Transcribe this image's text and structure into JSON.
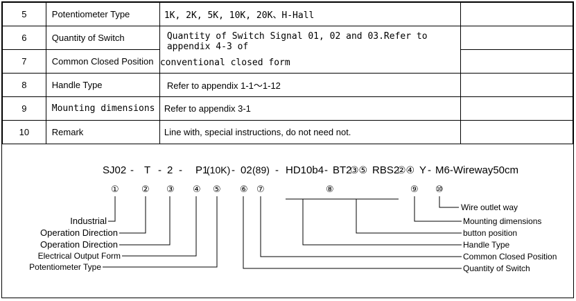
{
  "rows": [
    {
      "no": "5",
      "name": "Potentiometer Type",
      "value": "1K, 2K, 5K, 10K, 20K、H-Hall"
    },
    {
      "no": "6",
      "name": "Quantity of Switch",
      "value": "Quantity of Switch Signal 01, 02 and 03.Refer to appendix 4-3 of"
    },
    {
      "no": "7",
      "name": "Common Closed Position",
      "value": "conventional closed form"
    },
    {
      "no": "8",
      "name": "Handle Type",
      "value": "Refer to appendix 1-1～1-12"
    },
    {
      "no": "9",
      "name": "Mounting dimensions",
      "value": "Refer to appendix 3-1"
    },
    {
      "no": "10",
      "name": "Remark",
      "value": "Line with, special instructions, do not need not."
    }
  ],
  "code": {
    "parts": [
      "SJ02",
      "-",
      "T",
      "-",
      "2",
      "-",
      "P1",
      "(10K)",
      "-",
      "02",
      "(89)",
      "-",
      "HD10b4",
      "-",
      "BT2",
      "③⑤",
      "RBS2",
      "②④",
      "Y",
      "-",
      "M6-Wireway50cm"
    ]
  },
  "markers": [
    "①",
    "②",
    "③",
    "④",
    "⑤",
    "⑥",
    "⑦",
    "⑧",
    "⑨",
    "⑩"
  ],
  "left_labels": [
    "Industrial",
    "Operation Direction",
    "Operation Direction",
    "Electrical Output Form",
    "Potentiometer Type"
  ],
  "right_labels": [
    "Wire outlet way",
    "Mounting dimensions",
    "button position",
    "Handle Type",
    "Common Closed Position",
    "Quantity of Switch"
  ]
}
